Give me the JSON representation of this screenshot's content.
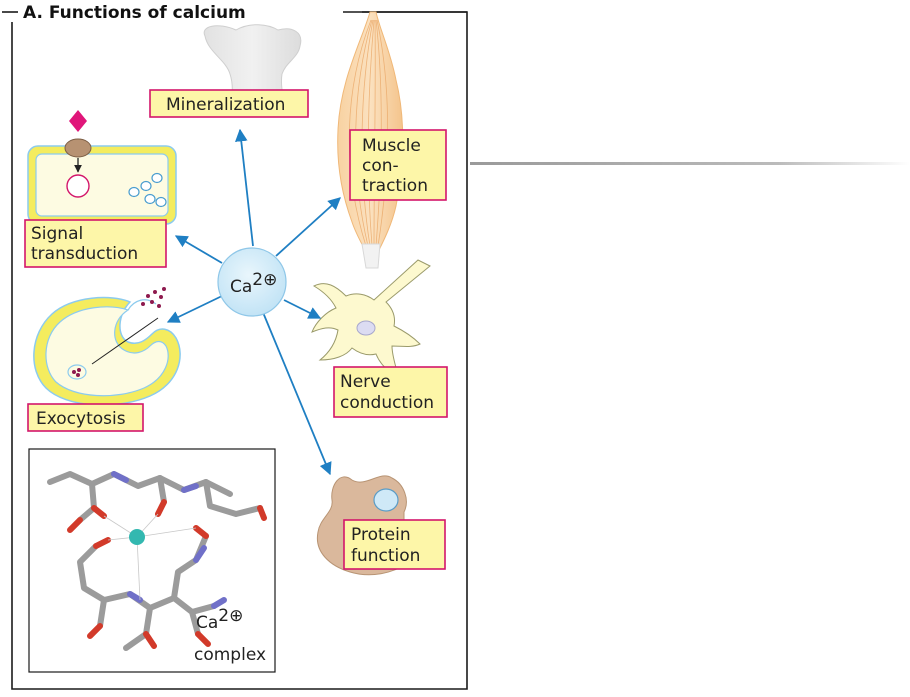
{
  "title": "A. Functions of calcium",
  "center": {
    "symbol": "Ca",
    "charge": "2⊕"
  },
  "functions": {
    "mineralization": "Mineralization",
    "muscle": [
      "Muscle",
      "con-",
      "traction"
    ],
    "signal": [
      "Signal",
      "transduction"
    ],
    "exocytosis": "Exocytosis",
    "nerve": [
      "Nerve",
      "conduction"
    ],
    "protein": [
      "Protein",
      "function"
    ]
  },
  "complex": {
    "symbol": "Ca",
    "charge": "2⊕",
    "word": "complex"
  },
  "colors": {
    "label_fill": "#fdf6a8",
    "label_border": "#d3166b",
    "arrow": "#1f7fc3",
    "center_fill": "#cfe9f7",
    "membrane_yellow": "#f4ec5e",
    "membrane_blue": "#8ccbee",
    "protein_tan": "#dab89c",
    "muscle_orange": "#f6c48c"
  }
}
